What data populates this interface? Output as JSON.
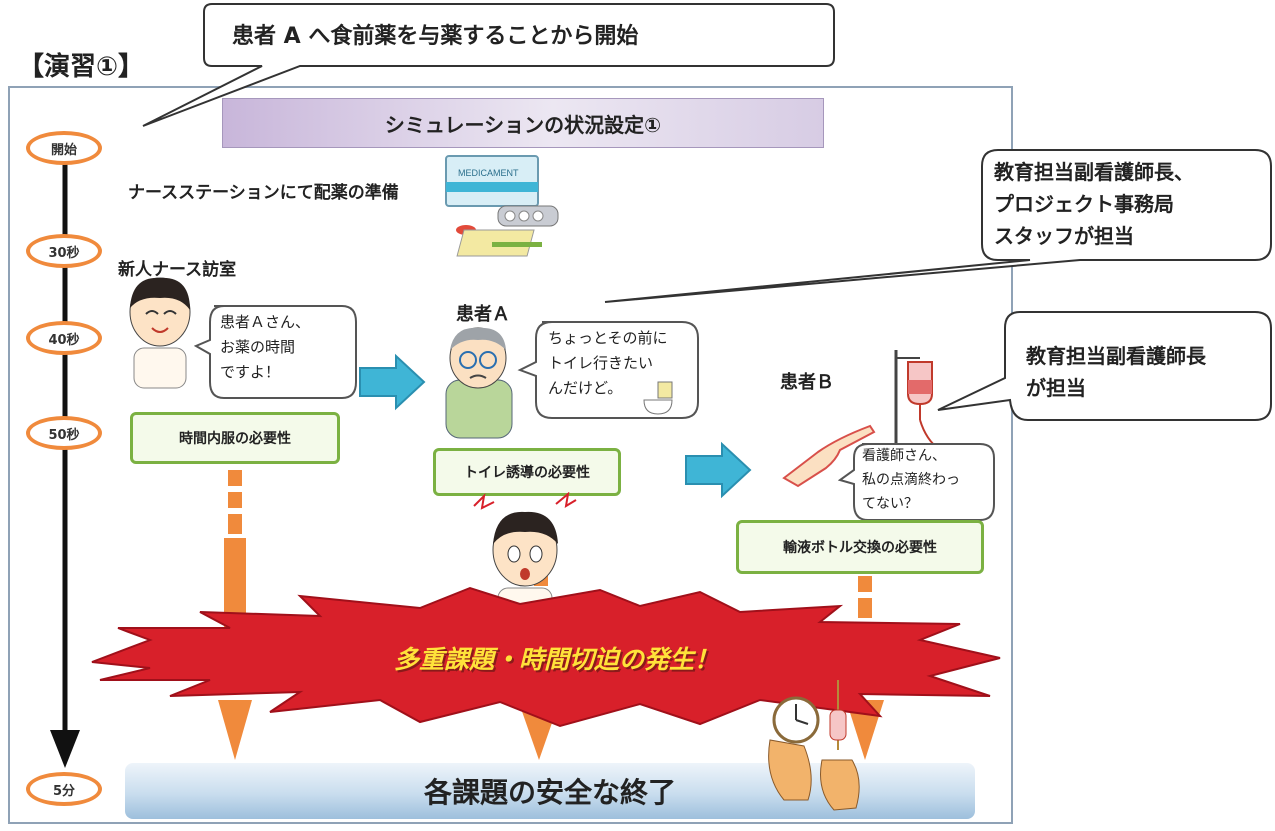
{
  "heading": "【演習①】",
  "top_callout": "患者 A へ食前薬を与薬することから開始",
  "banner": "シミュレーションの状況設定①",
  "timeline": [
    "開始",
    "30秒",
    "40秒",
    "50秒",
    "5分"
  ],
  "scene1": {
    "caption": "ナースステーションにて配薬の準備",
    "nurse_label": "新人ナース訪室",
    "nurse_speech": [
      "患者Ａさん、",
      "お薬の時間",
      "ですよ！"
    ],
    "box": "時間内服の必要性"
  },
  "patient_a": {
    "label": "患者Ａ",
    "speech": [
      "ちょっとその前に",
      "トイレ行きたい",
      "んだけど。"
    ],
    "box": "トイレ誘導の必要性"
  },
  "patient_b": {
    "label": "患者Ｂ",
    "speech": [
      "看護師さん、",
      "私の点滴終わっ",
      "てない？"
    ],
    "box": "輸液ボトル交換の必要性"
  },
  "callout_right1": [
    "教育担当副看護師長、",
    "プロジェクト事務局",
    "スタッフが担当"
  ],
  "callout_right2": [
    "教育担当副看護師長",
    "が担当"
  ],
  "burst": "多重課題・時間切迫の発生！",
  "endbar": "各課題の安全な終了",
  "medicine_box_label": "MEDICAMENT",
  "colors": {
    "timeline_ring": "#f08a3c",
    "green_border": "#7bb142",
    "burst_fill": "#d8202a",
    "arrow_cyan": "#3fb5d6",
    "arrow_orange": "#f08a3c"
  }
}
